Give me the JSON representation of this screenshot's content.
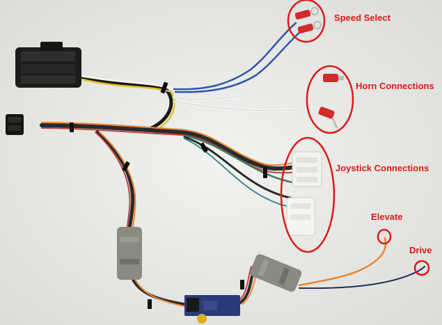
{
  "labels": {
    "speed_select": "Speed Select",
    "horn_connections": "Horn Connections",
    "joystick_connections": "Joystick Connections",
    "elevate": "Elevate",
    "drive": "Drive"
  },
  "colors": {
    "background": "#ececea",
    "annotation_red": "#d91a1a",
    "wire_blue": "#2c55a8",
    "wire_white": "#f6f6f6",
    "wire_orange": "#e88534",
    "wire_navy": "#1f2a5c",
    "connector_black": "#1c1c1c",
    "connector_gray": "#8a8a82"
  }
}
